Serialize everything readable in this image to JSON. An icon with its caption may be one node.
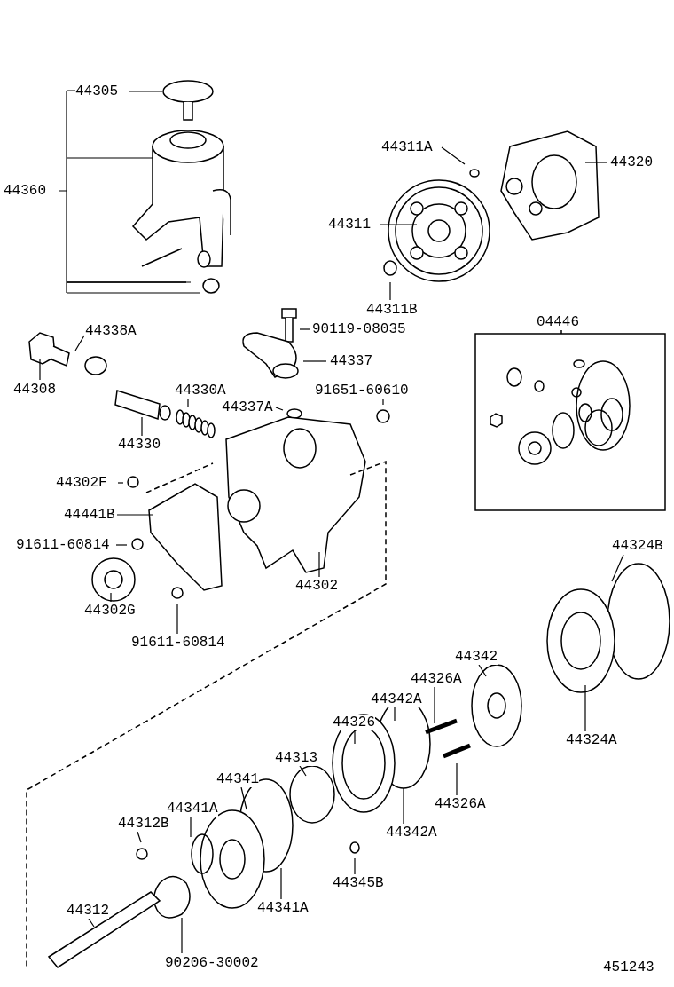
{
  "diagram": {
    "nodes": [
      {
        "text": [
          "44305"
        ]
      },
      {
        "text": [
          "44360"
        ]
      },
      {
        "text": [
          "44311A"
        ]
      },
      {
        "text": [
          "44320"
        ]
      },
      {
        "text": [
          "44311"
        ]
      },
      {
        "text": [
          "44311B"
        ]
      },
      {
        "text": [
          "04446"
        ]
      },
      {
        "text": [
          "90119-08035"
        ]
      },
      {
        "text": [
          "44338A"
        ]
      },
      {
        "text": [
          "44337"
        ]
      },
      {
        "text": [
          "44308"
        ]
      },
      {
        "text": [
          "91651-60610"
        ]
      },
      {
        "text": [
          "44330A"
        ]
      },
      {
        "text": [
          "44337A"
        ]
      },
      {
        "text": [
          "44330"
        ]
      },
      {
        "text": [
          "44302F"
        ]
      },
      {
        "text": [
          "44441B"
        ]
      },
      {
        "text": [
          "91611-60814"
        ]
      },
      {
        "text": [
          "44302"
        ]
      },
      {
        "text": [
          "44302G"
        ]
      },
      {
        "text": [
          "91611-60814"
        ]
      },
      {
        "text": [
          "44324B"
        ]
      },
      {
        "text": [
          "44342"
        ]
      },
      {
        "text": [
          "44326A"
        ]
      },
      {
        "text": [
          "44342A"
        ]
      },
      {
        "text": [
          "44326"
        ]
      },
      {
        "text": [
          "44324A"
        ]
      },
      {
        "text": [
          "44313"
        ]
      },
      {
        "text": [
          "44341"
        ]
      },
      {
        "text": [
          "44326A"
        ]
      },
      {
        "text": [
          "44341A"
        ]
      },
      {
        "text": [
          "44312B"
        ]
      },
      {
        "text": [
          "44342A"
        ]
      },
      {
        "text": [
          "44341A"
        ]
      },
      {
        "text": [
          "44345B"
        ]
      },
      {
        "text": [
          "44312"
        ]
      },
      {
        "text": [
          "90206-30002"
        ]
      }
    ],
    "edges": [
      {
        "from": 0,
        "to": null,
        "arrow": "none"
      },
      {
        "from": 1,
        "to": null,
        "arrow": "none"
      },
      {
        "from": 2,
        "to": null,
        "arrow": "none"
      },
      {
        "from": 3,
        "to": null,
        "arrow": "none"
      },
      {
        "from": 4,
        "to": null,
        "arrow": "none"
      },
      {
        "from": 5,
        "to": null,
        "arrow": "none"
      },
      {
        "from": 7,
        "to": null,
        "arrow": "none"
      },
      {
        "from": 8,
        "to": null,
        "arrow": "none"
      },
      {
        "from": 9,
        "to": null,
        "arrow": "none"
      },
      {
        "from": 10,
        "to": null,
        "arrow": "none"
      },
      {
        "from": 11,
        "to": null,
        "arrow": "none"
      },
      {
        "from": 12,
        "to": null,
        "arrow": "none"
      },
      {
        "from": 13,
        "to": null,
        "arrow": "none"
      },
      {
        "from": 14,
        "to": null,
        "arrow": "none"
      },
      {
        "from": 15,
        "to": null,
        "arrow": "none"
      },
      {
        "from": 16,
        "to": null,
        "arrow": "none"
      },
      {
        "from": 17,
        "to": null,
        "arrow": "none"
      },
      {
        "from": 18,
        "to": null,
        "arrow": "none"
      },
      {
        "from": 19,
        "to": null,
        "arrow": "none"
      },
      {
        "from": 20,
        "to": null,
        "arrow": "none"
      },
      {
        "from": 21,
        "to": null,
        "arrow": "none"
      },
      {
        "from": 22,
        "to": null,
        "arrow": "none"
      },
      {
        "from": 23,
        "to": null,
        "arrow": "none"
      },
      {
        "from": 24,
        "to": null,
        "arrow": "none"
      },
      {
        "from": 25,
        "to": null,
        "arrow": "none"
      },
      {
        "from": 26,
        "to": null,
        "arrow": "none"
      },
      {
        "from": 27,
        "to": null,
        "arrow": "none"
      },
      {
        "from": 28,
        "to": null,
        "arrow": "none"
      },
      {
        "from": 29,
        "to": null,
        "arrow": "none"
      },
      {
        "from": 30,
        "to": null,
        "arrow": "none"
      },
      {
        "from": 31,
        "to": null,
        "arrow": "none"
      },
      {
        "from": 32,
        "to": null,
        "arrow": "none"
      },
      {
        "from": 33,
        "to": null,
        "arrow": "none"
      },
      {
        "from": 34,
        "to": null,
        "arrow": "none"
      },
      {
        "from": 35,
        "to": null,
        "arrow": "none"
      },
      {
        "from": 36,
        "to": null,
        "arrow": "none"
      }
    ],
    "labels": [
      "451243"
    ]
  }
}
